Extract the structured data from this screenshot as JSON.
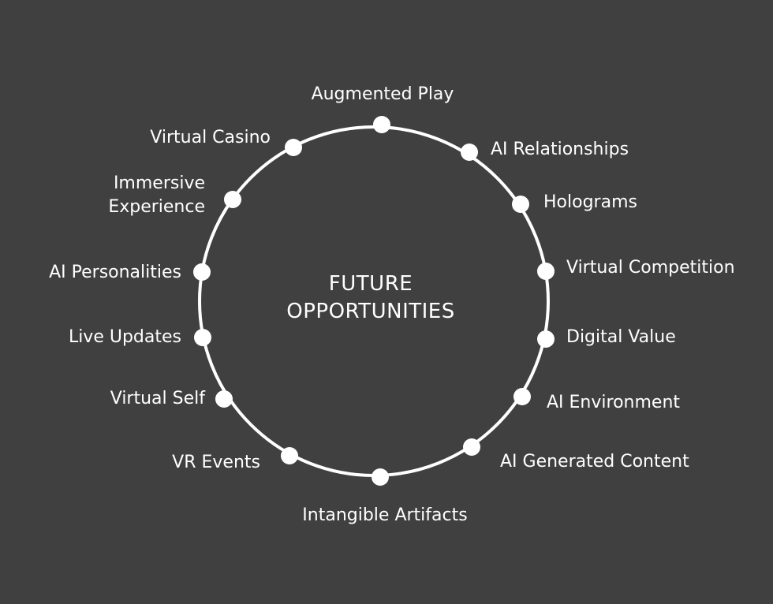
{
  "diagram": {
    "center_title": "FUTURE\nOPPORTUNITIES",
    "colors": {
      "background": "#404040",
      "ring": "#ffffff",
      "text": "#ffffff"
    },
    "nodes": [
      {
        "id": "augmented-play",
        "label": "Augmented Play"
      },
      {
        "id": "ai-relationships",
        "label": "AI Relationships"
      },
      {
        "id": "holograms",
        "label": "Holograms"
      },
      {
        "id": "virtual-competition",
        "label": "Virtual Competition"
      },
      {
        "id": "digital-value",
        "label": "Digital Value"
      },
      {
        "id": "ai-environment",
        "label": "AI Environment"
      },
      {
        "id": "ai-generated-content",
        "label": "AI Generated Content"
      },
      {
        "id": "intangible-artifacts",
        "label": "Intangible Artifacts"
      },
      {
        "id": "vr-events",
        "label": "VR Events"
      },
      {
        "id": "virtual-self",
        "label": "Virtual Self"
      },
      {
        "id": "live-updates",
        "label": "Live Updates"
      },
      {
        "id": "ai-personalities",
        "label": "AI Personalities"
      },
      {
        "id": "immersive-experience",
        "label": "Immersive\nExperience"
      },
      {
        "id": "virtual-casino",
        "label": "Virtual Casino"
      }
    ]
  }
}
